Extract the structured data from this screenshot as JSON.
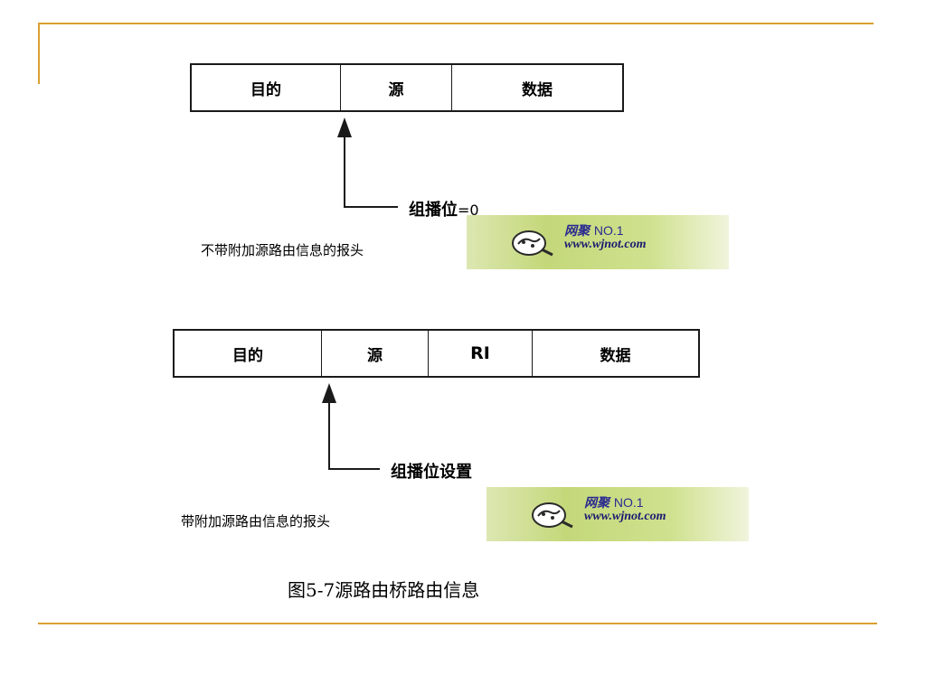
{
  "diagram1": {
    "fields": [
      "目的",
      "源",
      "数据"
    ],
    "bit_label": "组播位",
    "bit_value": "=0",
    "caption": "不带附加源路由信息的报头"
  },
  "diagram2": {
    "fields": [
      "目的",
      "源",
      "RI",
      "数据"
    ],
    "bit_label": "组播位设置",
    "caption": "带附加源路由信息的报头"
  },
  "watermark": {
    "site_name": "网聚",
    "site_rank": "NO.1",
    "url": "www.wjnot.com"
  },
  "figure_caption": "图5-7源路由桥路由信息"
}
